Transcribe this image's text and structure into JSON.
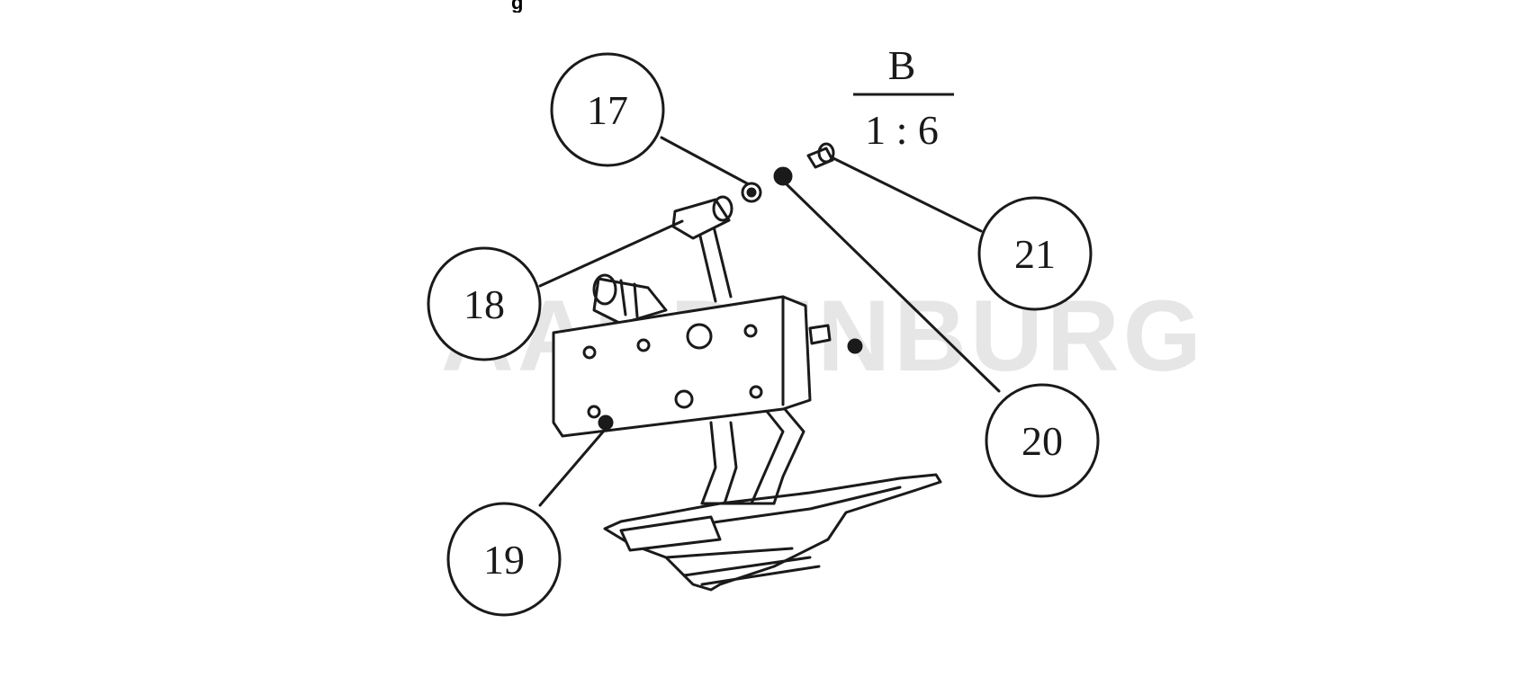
{
  "top_fragment": "g",
  "watermark": "AARDENBURG",
  "scale": {
    "view": "B",
    "ratio": "1 : 6"
  },
  "callouts": [
    {
      "id": "17",
      "label": "17"
    },
    {
      "id": "18",
      "label": "18"
    },
    {
      "id": "19",
      "label": "19"
    },
    {
      "id": "20",
      "label": "20"
    },
    {
      "id": "21",
      "label": "21"
    }
  ],
  "colors": {
    "line": "#1a1a1a",
    "watermark": "#e6e6e6",
    "background": "#ffffff"
  }
}
